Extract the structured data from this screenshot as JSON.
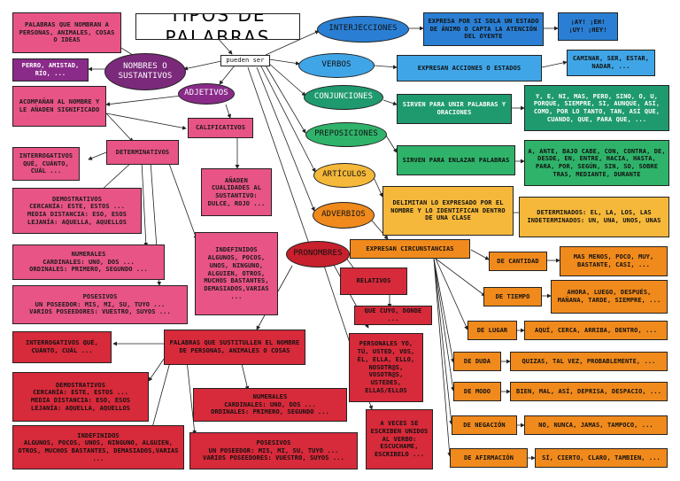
{
  "title": "TIPOS DE PALABRAS",
  "connector": "pueden ser",
  "sustantivos": {
    "label": "NOMBRES O SUSTANTIVOS",
    "definition": "PALABRAS QUE NOMBRAN A PERSONAS, ANIMALES, COSAS O IDEAS",
    "examples": "PERRO, AMISTAD, RÍO, ..."
  },
  "adjetivos": {
    "label": "ADJETIVOS",
    "definition": "ACOMPAÑAN AL NOMBRE Y LE AÑADEN SIGNIFICADO",
    "calificativos": "CALIFICATIVOS",
    "calificativos_def": "AÑADEN CUALIDADES AL SUSTANTIVO: DULCE, ROJO ...",
    "determinativos": "DETERMINATIVOS",
    "interrogativos": "INTERROGATIVOS QUÉ, CUÁNTO, CUÁL ...",
    "demostrativos": "DEMOSTRATIVOS\nCERCANÍA: ESTE, ESTOS ...\nMEDIA DISTANCIA: ESO, ESOS\nLEJANÍA: AQUELLA, AQUELLOS",
    "numerales": "NUMERALES\nCARDINALES: UNO, DOS ...\nORDINALES: PRIMERO, SEGUNDO ...",
    "posesivos": "POSESIVOS\nUN POSEEDOR: MIS, MI, SU, TUYO ...\nVARIOS POSEEDORES: VUESTRO, SUYOS ...",
    "indefinidos": "INDEFINIDOS ALGUNOS, POCOS, UNOS, NINGUNO, ALGUIEN, OTROS, MUCHOS BASTANTES, DEMASIADOS,VARIAS ..."
  },
  "pronombres": {
    "label": "PRONOMBRES",
    "definition": "PALABRAS QUE SUSTITULLEN EL NOMBRE DE PERSONAS, ANIMALES O COSAS",
    "relativos": "RELATIVOS",
    "relativos_ex": "QUE CUYO, DONDE ...",
    "personales": "PERSONALES YO, TÚ, USTED, VOS, ÉL, ELLA, ELLO, NOSOTR@S, VOSOTR@S, USTEDES, ELLAS/ELLOS",
    "enclitic": "A VECES SE ESCRIBEN UNIDOS AL VERBO: ESCUCHAME, ESCRIBELO ...",
    "interrogativos": "INTERROGATIVOS QUÉ, CUÁNTO, CUÁL ...",
    "demostrativos": "DEMOSTRATIVOS\nCERCANÍA: ESTE, ESTOS ...\nMEDIA DISTANCIA: ESO, ESOS\nLEJANÍA: AQUELLA, AQUELLOS",
    "indefinidos": "INDEFINIDOS\nALGUNOS, POCOS, UNOS, NINGUNO, ALGUIEN, OTROS, MUCHOS BASTANTES, DEMASIADOS,VARIAS ...",
    "numerales": "NUMERALES\nCARDINALES: UNO, DOS ...\nORDINALES: PRIMERO, SEGUNDO ...",
    "posesivos": "POSESIVOS\nUN POSEEDOR: MIS, MI, SU, TUYO ...\nVARIOS POSEEDORES: VUESTRO, SUYOS ..."
  },
  "interjecciones": {
    "label": "INTERJECCIONES",
    "definition": "EXPRESA POR SI SOLA UN ESTADO DE ÁNIMO O CAPTA LA ATENCIÓN DEL OYENTE",
    "examples": "¡AY! ¡EH! ¡UY! ¡HEY!"
  },
  "verbos": {
    "label": "VERBOS",
    "definition": "EXPRESAN ACCIONES O ESTADOS",
    "examples": "CAMINAR, SER, ESTAR, NADAR, ..."
  },
  "conjunciones": {
    "label": "CONJUNCIONES",
    "definition": "SIRVEN PARA UNIR PALABRAS Y ORACIONES",
    "examples": "Y, E, NI, MAS, PERO, SINO, O, U, PORQUE, SIEMPRE, SI, AUNQUE, ASÍ, COMO, POR LO TANTO, TAN, ASÍ QUE, CUANDO, QUE, PARA QUE, ..."
  },
  "preposiciones": {
    "label": "PREPOSICIONES",
    "definition": "SIRVEN PARA ENLAZAR PALABRAS",
    "examples": "A, ANTE, BAJO CABE, CON, CONTRA, DE, DESDE, EN, ENTRE, HACIA, HASTA, PARA, POR, SEGÚN, SIN, SO, SOBRE TRAS, MEDIANTE, DURANTE"
  },
  "articulos": {
    "label": "ARTÍCULOS",
    "definition": "DELIMITAN LO EXPRESADO POR EL NOMBRE Y LO IDENTIFICAN DENTRO DE UNA CLASE",
    "examples": "DETERMINADOS: EL, LA, LOS, LAS INDETERMINADOS: UN, UNA, UNOS, UNAS"
  },
  "adverbios": {
    "label": "ADVERBIOS",
    "definition": "EXPRESAN CIRCUNSTANCIAS",
    "types": [
      {
        "name": "DE CANTIDAD",
        "examples": "MAS MENOS, POCO, MUY, BASTANTE, CASI, ..."
      },
      {
        "name": "DE TIEMPO",
        "examples": "AHORA, LUEGO, DESPUÉS, MAÑANA, TARDE, SIEMPRE, ..."
      },
      {
        "name": "DE LUGAR",
        "examples": "AQUÍ, CERCA, ARRIBA, DENTRO, ..."
      },
      {
        "name": "DE DUDA",
        "examples": "QUIZAS, TAL VEZ, PROBABLEMENTE, ..."
      },
      {
        "name": "DE MODO",
        "examples": "BIEN, MAL, ASÍ, DEPRISA, DESPACIO, ..."
      },
      {
        "name": "DE NEGACIÓN",
        "examples": "NO, NUNCA, JAMAS, TAMPOCO, ..."
      },
      {
        "name": "DE AFIRMACIÓN",
        "examples": "SÍ, CIERTO, CLARO, TAMBIEN, ..."
      }
    ]
  }
}
